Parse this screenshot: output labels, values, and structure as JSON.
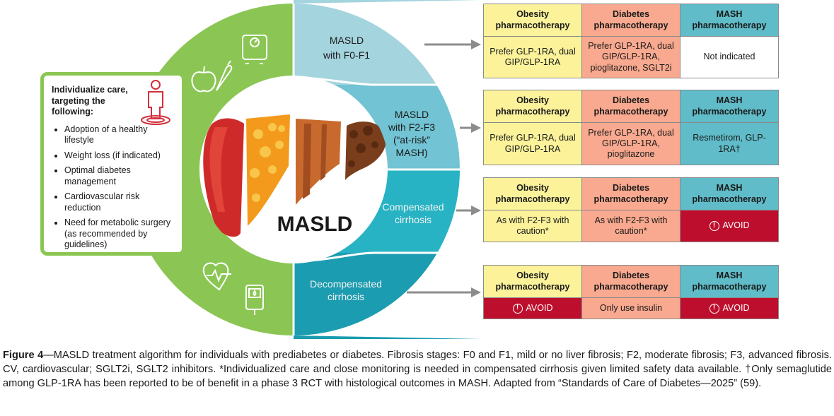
{
  "center_label": "MASLD",
  "care_box": {
    "title": "Individualize care, targeting the following:",
    "items": [
      "Adoption of a healthy lifestyle",
      "Weight loss (if indicated)",
      "Optimal diabetes management",
      "Cardiovascular risk reduction",
      "Need for metabolic surgery (as recommended by guidelines)"
    ]
  },
  "stages": [
    {
      "label": "MASLD\nwith F0-F1"
    },
    {
      "label": "MASLD\nwith F2-F3\n(“at-risk”\nMASH)"
    },
    {
      "label": "Compensated\ncirrhosis"
    },
    {
      "label": "Decompensated\ncirrhosis"
    }
  ],
  "headers": {
    "obesity": "Obesity pharmacotherapy",
    "diabetes": "Diabetes pharmacotherapy",
    "mash": "MASH pharmacotherapy"
  },
  "avoid_label": "AVOID",
  "rows": [
    {
      "obesity": "Prefer GLP-1RA, dual GIP/GLP-1RA",
      "diabetes": "Prefer GLP-1RA, dual GIP/GLP-1RA, pioglitazone, SGLT2i",
      "mash": "Not indicated"
    },
    {
      "obesity": "Prefer GLP-1RA, dual GIP/GLP-1RA",
      "diabetes": "Prefer GLP-1RA, dual GIP/GLP-1RA, pioglitazone",
      "mash": "Resmetirom, GLP-1RA†"
    },
    {
      "obesity": "As with F2-F3 with caution*",
      "diabetes": "As with F2-F3 with caution*",
      "mash": "AVOID"
    },
    {
      "obesity": "AVOID",
      "diabetes": "Only use insulin",
      "mash": "AVOID"
    }
  ],
  "caption": {
    "label": "Figure 4",
    "text": "—MASLD treatment algorithm for individuals with prediabetes or diabetes. Fibrosis stages: F0 and F1, mild or no liver fibrosis; F2, moderate fibrosis; F3, advanced fibrosis. CV, cardiovascular; SGLT2i, SGLT2 inhibitors. *Individualized care and close monitoring is needed in compensated cirrhosis given limited safety data available. †Only semaglutide among GLP-1RA has been reported to be of benefit in a phase 3 RCT with histological outcomes in MASH. Adapted from “Standards of Care of Diabetes—2025” (59)."
  },
  "colors": {
    "green": "#8bc654",
    "stage1": "#a4d4de",
    "stage2": "#72c3d3",
    "stage3": "#27b3c4",
    "stage4": "#1b9cb0",
    "arrow": "#8c8c8c",
    "avoid": "#bd0f2d",
    "icon_red": "#d32f3c"
  },
  "icons": [
    "scale-icon",
    "fruit-vegetable-icon",
    "heart-rate-icon",
    "glucose-meter-icon",
    "person-target-icon",
    "liver-stages-icon",
    "avoid-icon"
  ]
}
